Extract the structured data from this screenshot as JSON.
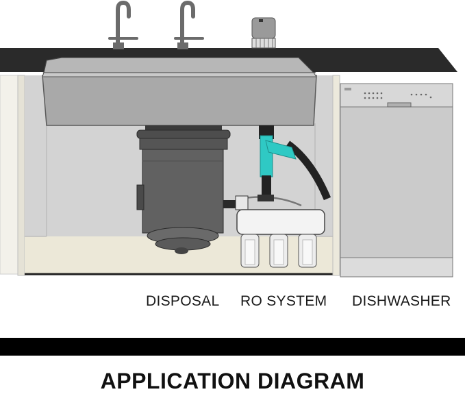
{
  "labels": {
    "disposal": "DISPOSAL",
    "ro_system": "RO SYSTEM",
    "dishwasher": "DISHWASHER"
  },
  "title": "APPLICATION DIAGRAM",
  "colors": {
    "countertop": "#2a2a2a",
    "cabinet_inner": "#cfcfcf",
    "cabinet_floor": "#ebe7d8",
    "sink": "#a9a9a9",
    "disposal": "#5f5f5f",
    "teal_pipe": "#2fc9c4",
    "dishwasher": "#c9c9c9",
    "bar": "#000000"
  }
}
